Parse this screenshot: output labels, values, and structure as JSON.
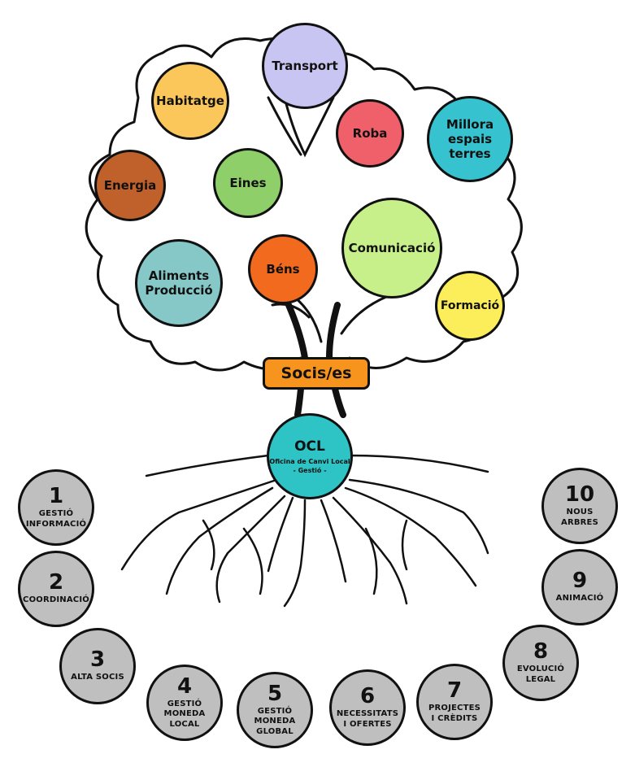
{
  "branches": [
    {
      "id": "transport",
      "label": "Transport",
      "color": "#c9c5f2"
    },
    {
      "id": "habitatge",
      "label": "Habitatge",
      "color": "#fbc75a"
    },
    {
      "id": "roba",
      "label": "Roba",
      "color": "#f0606a"
    },
    {
      "id": "millora",
      "label": "Millora\nespais\nterres",
      "color": "#36c3cf"
    },
    {
      "id": "energia",
      "label": "Energia",
      "color": "#c0602a"
    },
    {
      "id": "eines",
      "label": "Eines",
      "color": "#8fcf6a"
    },
    {
      "id": "comunicacio",
      "label": "Comunicació",
      "color": "#c8f08a"
    },
    {
      "id": "aliments",
      "label": "Aliments\nProducció",
      "color": "#86c8c8"
    },
    {
      "id": "bens",
      "label": "Béns",
      "color": "#f26a1e"
    },
    {
      "id": "formacio",
      "label": "Formació",
      "color": "#fbee5a"
    }
  ],
  "trunk_label": "Socis/es",
  "root": {
    "title": "OCL",
    "subtitle": "Oficina de Canvi Local",
    "note": "- Gestió -",
    "color": "#2ec4c6"
  },
  "steps": [
    {
      "num": "1",
      "label": "GESTIÓ\nINFORMACIÓ"
    },
    {
      "num": "2",
      "label": "COORDINACIÓ"
    },
    {
      "num": "3",
      "label": "ALTA SOCIS"
    },
    {
      "num": "4",
      "label": "GESTIÓ\nMONEDA\nLOCAL"
    },
    {
      "num": "5",
      "label": "GESTIÓ\nMONEDA\nGLOBAL"
    },
    {
      "num": "6",
      "label": "NECESSITATS\nI OFERTES"
    },
    {
      "num": "7",
      "label": "PROJECTES\nI CRÈDITS"
    },
    {
      "num": "8",
      "label": "EVOLUCIÓ\nLEGAL"
    },
    {
      "num": "9",
      "label": "ANIMACIÓ"
    },
    {
      "num": "10",
      "label": "NOUS\nARBRES"
    }
  ]
}
